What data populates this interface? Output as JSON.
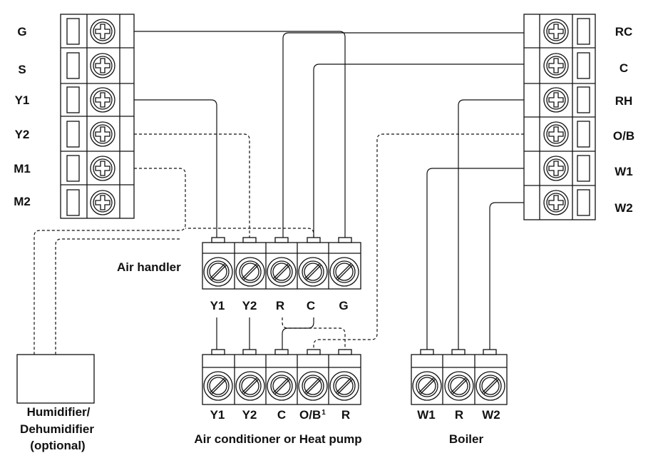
{
  "thermostat_left": {
    "terminals": [
      "G",
      "S",
      "Y1",
      "Y2",
      "M1",
      "M2"
    ]
  },
  "thermostat_right": {
    "terminals": [
      "RC",
      "C",
      "RH",
      "O/B",
      "W1",
      "W2"
    ]
  },
  "air_handler": {
    "label": "Air handler",
    "terminals": [
      "Y1",
      "Y2",
      "R",
      "C",
      "G"
    ]
  },
  "air_conditioner": {
    "label": "Air conditioner or Heat pump",
    "terminals": [
      "Y1",
      "Y2",
      "C",
      "O/B",
      "R"
    ],
    "ob_superscript": "1"
  },
  "boiler": {
    "label": "Boiler",
    "terminals": [
      "W1",
      "R",
      "W2"
    ]
  },
  "humidifier": {
    "line1": "Humidifier/",
    "line2": "Dehumidifier",
    "line3": "(optional)"
  },
  "colors": {
    "line": "#111111",
    "fill": "#ffffff",
    "text": "#111111"
  }
}
